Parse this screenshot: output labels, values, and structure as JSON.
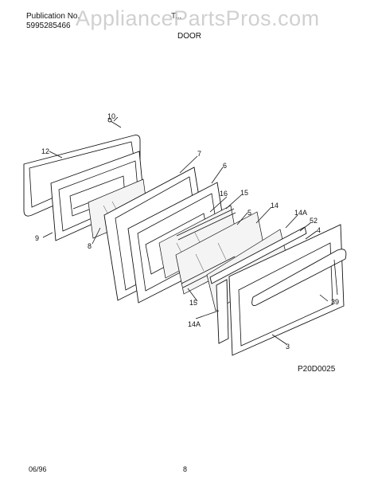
{
  "header": {
    "publication_label": "Publication No.",
    "publication_number": "5995285466",
    "model_label": "T...",
    "section_title": "DOOR"
  },
  "watermark": "AppliancePartsPros.com",
  "diagram": {
    "code": "P20D0025",
    "callouts": [
      "10",
      "12",
      "9",
      "8",
      "7",
      "6",
      "16",
      "15",
      "5",
      "14",
      "14A",
      "52",
      "4",
      "15",
      "14A",
      "39",
      "3"
    ]
  },
  "footer": {
    "date": "06/96",
    "page": "8"
  }
}
